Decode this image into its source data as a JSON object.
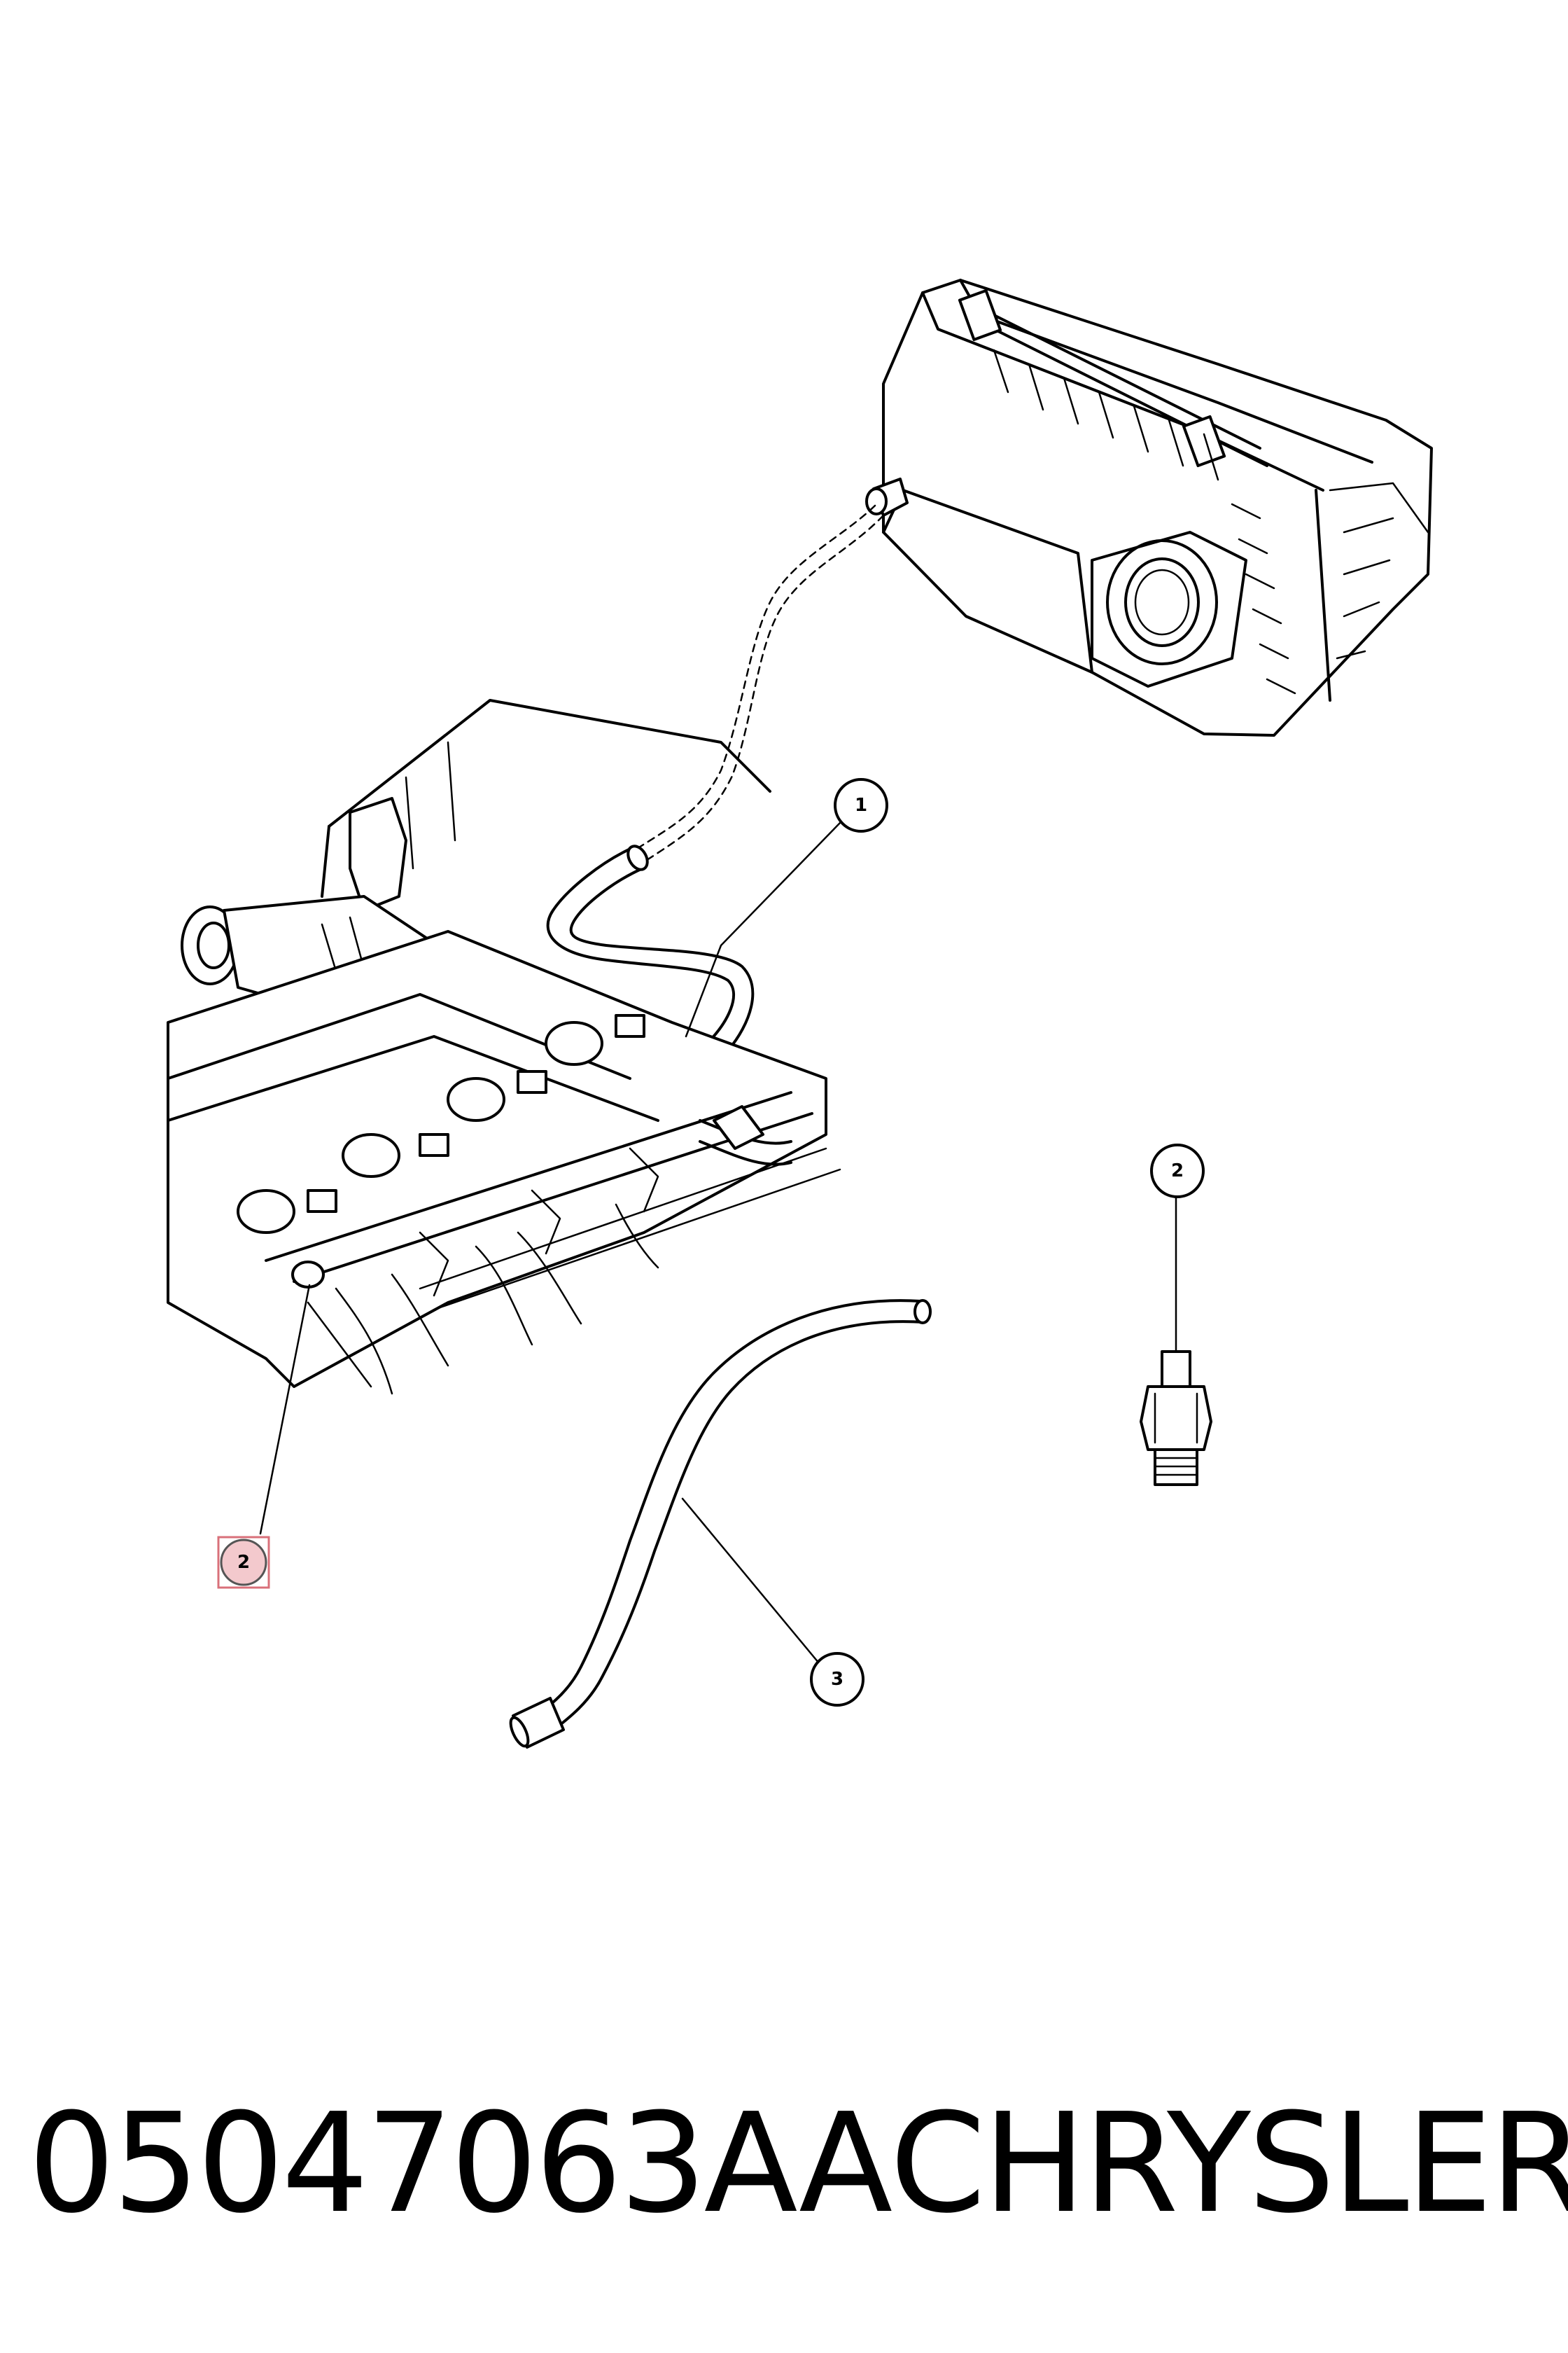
{
  "caption": {
    "part_number": "05047063AA",
    "brand": "CHRYSLER"
  },
  "callouts": [
    {
      "id": "callout-1",
      "label": "1"
    },
    {
      "id": "callout-2-right",
      "label": "2"
    },
    {
      "id": "callout-2-left",
      "label": "2",
      "highlighted": true
    },
    {
      "id": "callout-3",
      "label": "3"
    }
  ],
  "colors": {
    "line": "#000000",
    "highlight_fill": "#f3c9cd",
    "highlight_border": "#d9707a"
  }
}
